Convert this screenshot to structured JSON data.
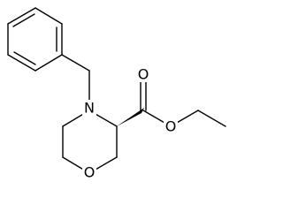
{
  "molecule": {
    "atoms": {
      "nitrogen": "N",
      "ring_oxygen": "O",
      "carbonyl_oxygen": "O",
      "ester_oxygen": "O"
    }
  }
}
